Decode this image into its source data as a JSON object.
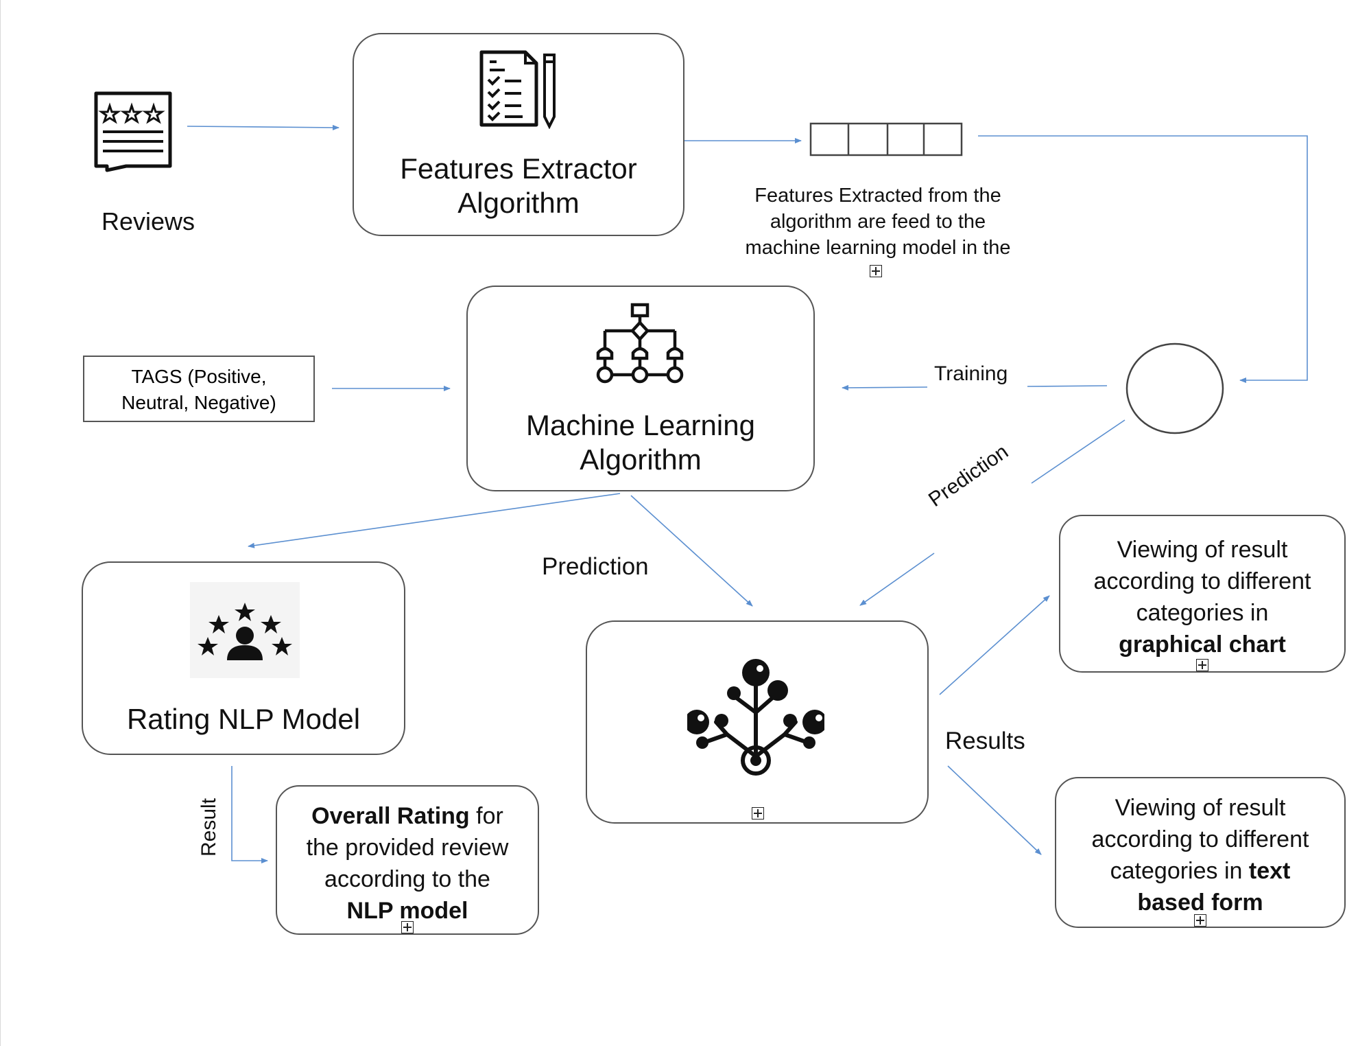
{
  "diagram": {
    "nodes": {
      "reviews": {
        "label": "Reviews",
        "icon": "review-stars-icon"
      },
      "features_extractor": {
        "label_line1": "Features Extractor",
        "label_line2": "Algorithm",
        "icon": "checklist-icon"
      },
      "feature_vector": {
        "cells": 4
      },
      "tags": {
        "line1": "TAGS (Positive,",
        "line2": "Neutral, Negative)"
      },
      "ml_algorithm": {
        "label_line1": "Machine Learning",
        "label_line2": "Algorithm",
        "icon": "flowchart-icon"
      },
      "model": {
        "shape": "circle"
      },
      "rating_nlp": {
        "label": "Rating NLP Model",
        "icon": "rating-stars-person-icon"
      },
      "prediction_engine": {
        "icon": "network-tree-icon"
      },
      "overall_rating": {
        "bold1": "Overall Rating",
        "text1": " for",
        "line2": "the provided review",
        "line3": "according to the",
        "bold2": "NLP model"
      },
      "graph_view": {
        "line1": "Viewing of result",
        "line2": "according to different",
        "line3": "categories in",
        "bold": "graphical chart"
      },
      "text_view": {
        "line1": "Viewing of result",
        "line2": "according to different",
        "line3_text": "categories in ",
        "line3_bold": "text",
        "bold2": "based form"
      }
    },
    "notes": {
      "features_caption_line1": "Features Extracted from the",
      "features_caption_line2": "algorithm are feed to the",
      "features_caption_line3": "machine learning model in the"
    },
    "edge_labels": {
      "training": "Training",
      "prediction_rotated": "Prediction",
      "prediction": "Prediction",
      "results": "Results",
      "result": "Result"
    },
    "colors": {
      "edge": "#5b8fd0",
      "border": "#555555"
    }
  }
}
